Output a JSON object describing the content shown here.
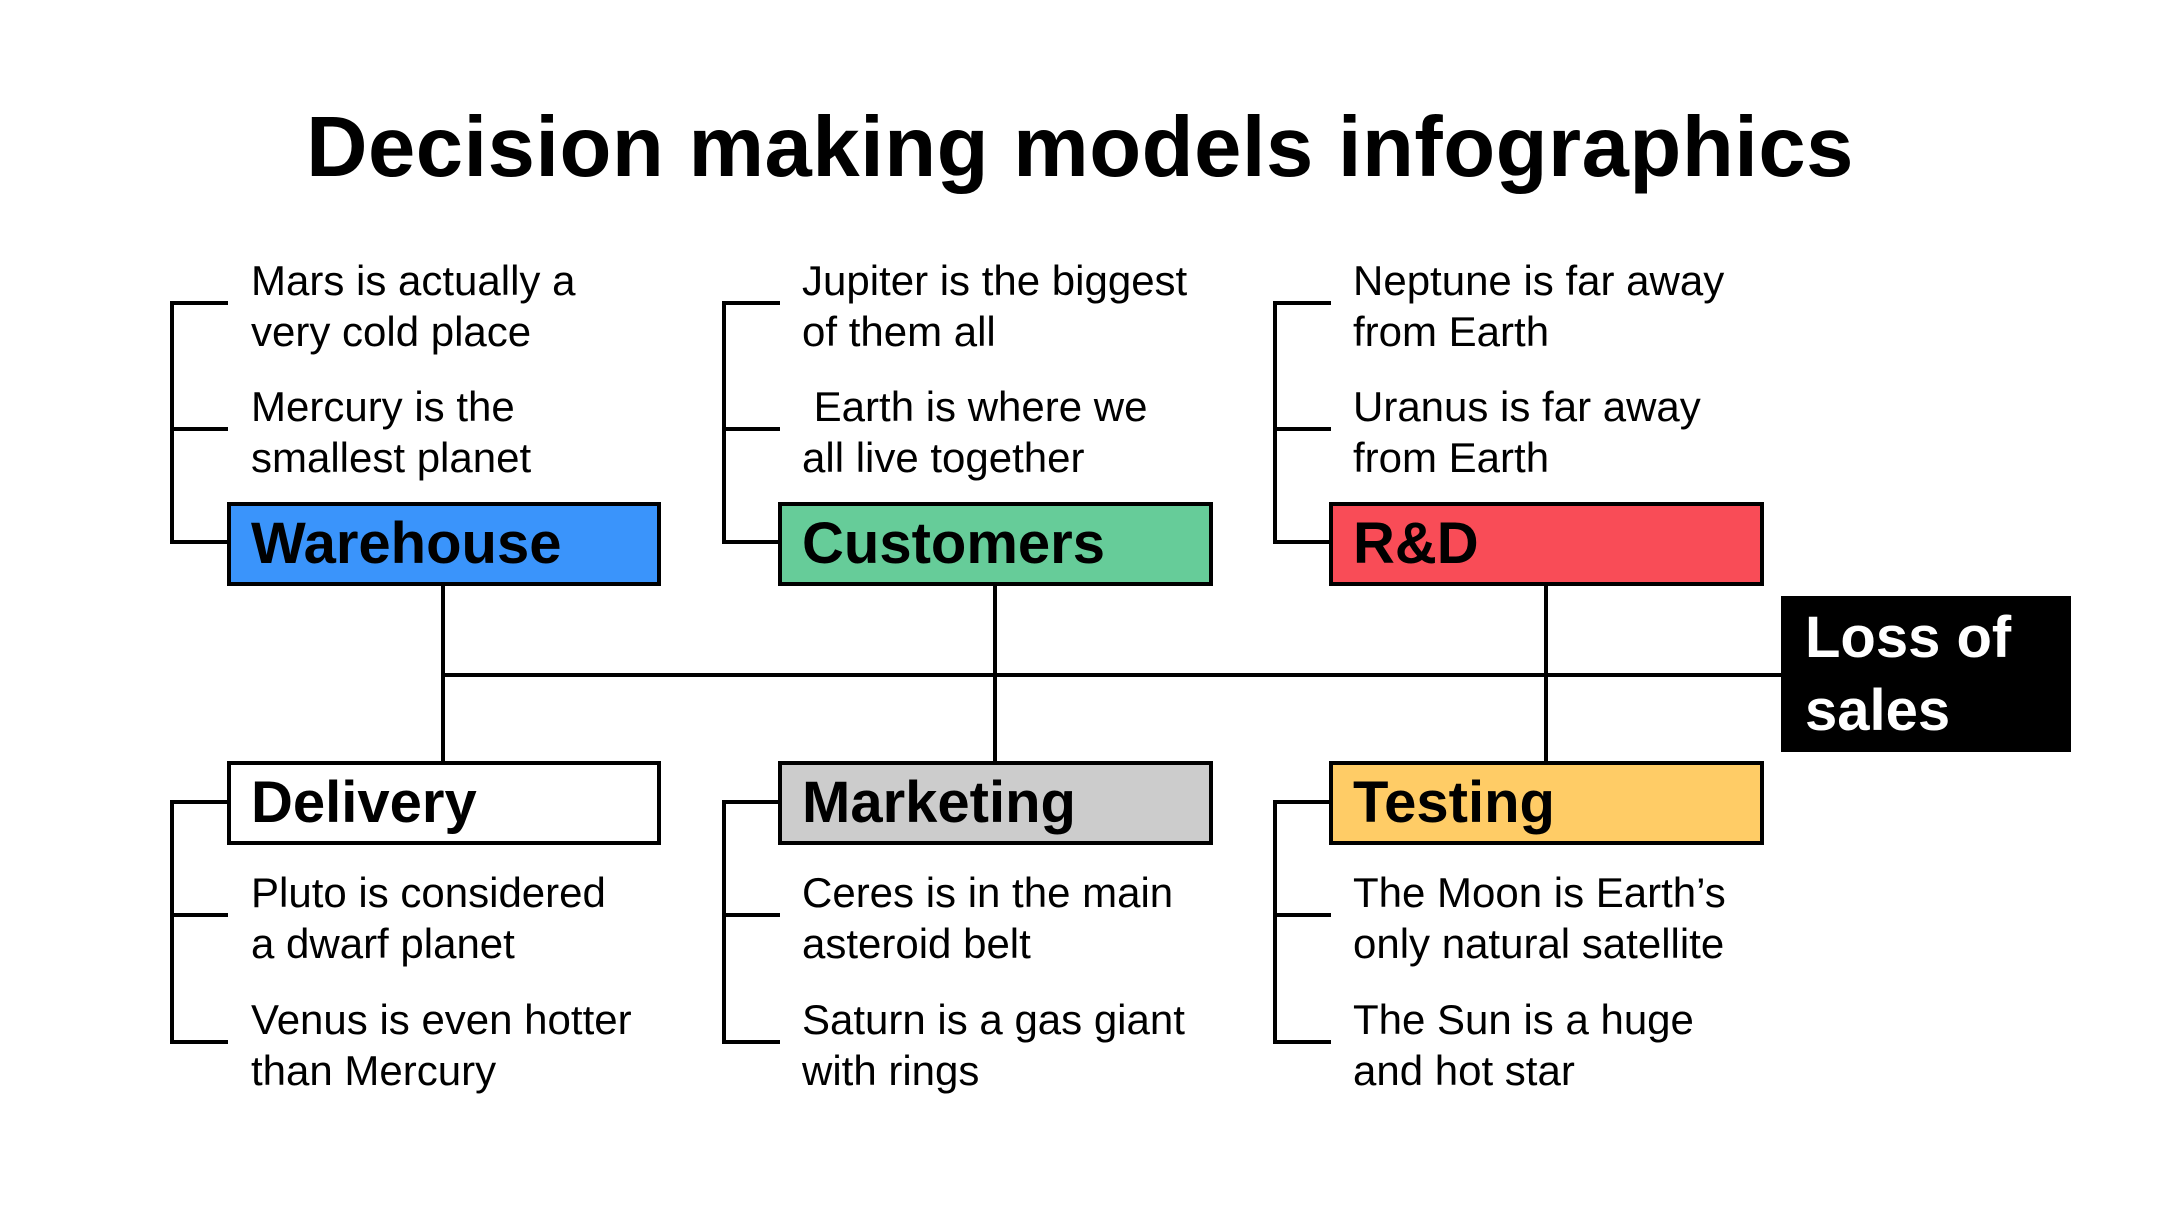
{
  "title": "Decision making models infographics",
  "outcome": {
    "label": "Loss of\nsales",
    "color": "#000000"
  },
  "top": [
    {
      "label": "Warehouse",
      "color": "#3a94fb",
      "items": [
        "Mars is actually a\nvery cold place",
        "Mercury is the\nsmallest planet"
      ]
    },
    {
      "label": "Customers",
      "color": "#66cc99",
      "items": [
        "Jupiter is the biggest\nof them all",
        " Earth is where we\nall live together"
      ]
    },
    {
      "label": "R&D",
      "color": "#f94c57",
      "items": [
        "Neptune is far away\nfrom Earth",
        "Uranus is far away\nfrom Earth"
      ]
    }
  ],
  "bottom": [
    {
      "label": "Delivery",
      "color": "#ffffff",
      "items": [
        "Pluto is considered\na dwarf planet",
        "Venus is even hotter\nthan Mercury"
      ]
    },
    {
      "label": "Marketing",
      "color": "#cccccc",
      "items": [
        "Ceres is in the main\nasteroid belt",
        "Saturn is a gas giant\nwith rings"
      ]
    },
    {
      "label": "Testing",
      "color": "#ffcc66",
      "items": [
        "The Moon is Earth’s\nonly natural satellite",
        "The Sun is a huge\nand hot star"
      ]
    }
  ]
}
